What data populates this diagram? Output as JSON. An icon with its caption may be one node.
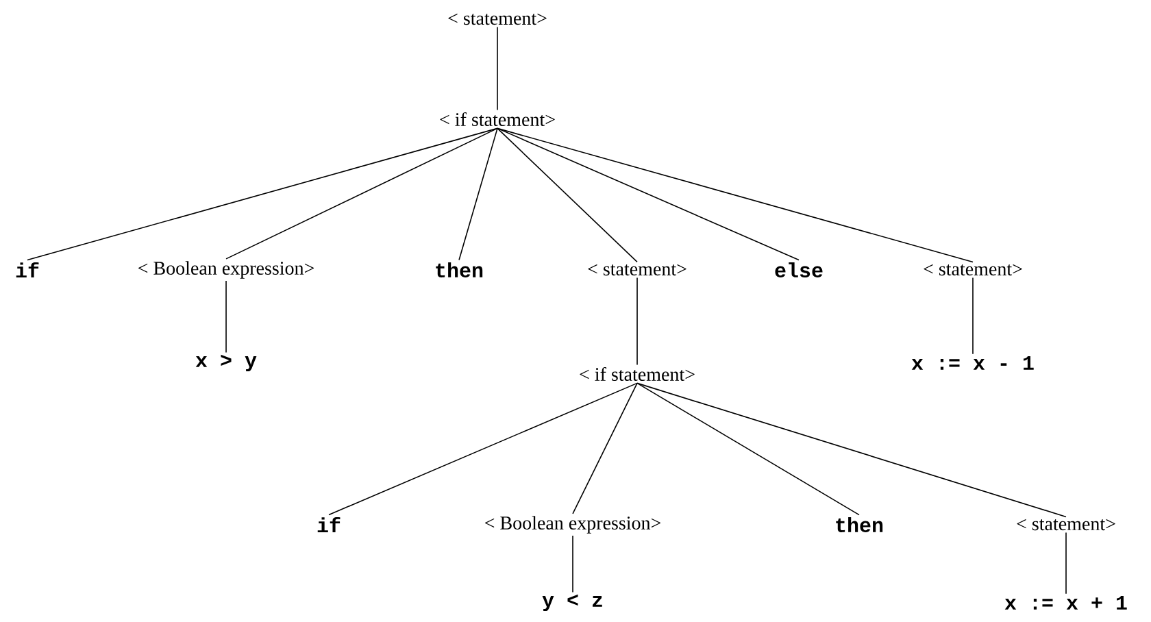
{
  "diagram": {
    "nodes": [
      {
        "text": [
          "< statement>"
        ]
      },
      {
        "text": [
          "< if statement>"
        ]
      },
      {
        "text": [
          "if"
        ]
      },
      {
        "text": [
          "< Boolean expression>"
        ]
      },
      {
        "text": [
          "then"
        ]
      },
      {
        "text": [
          "< statement>"
        ]
      },
      {
        "text": [
          "else"
        ]
      },
      {
        "text": [
          "< statement>"
        ]
      },
      {
        "text": [
          "x > y"
        ]
      },
      {
        "text": [
          "x := x - 1"
        ]
      },
      {
        "text": [
          "< if statement>"
        ]
      },
      {
        "text": [
          "if"
        ]
      },
      {
        "text": [
          "< Boolean expression>"
        ]
      },
      {
        "text": [
          "then"
        ]
      },
      {
        "text": [
          "< statement>"
        ]
      },
      {
        "text": [
          "y < z"
        ]
      },
      {
        "text": [
          "x := x + 1"
        ]
      }
    ],
    "edges": [
      {
        "from": 0,
        "to": 1,
        "arrow": "none"
      },
      {
        "from": 1,
        "to": 2,
        "arrow": "none"
      },
      {
        "from": 1,
        "to": 3,
        "arrow": "none"
      },
      {
        "from": 1,
        "to": 4,
        "arrow": "none"
      },
      {
        "from": 1,
        "to": 5,
        "arrow": "none"
      },
      {
        "from": 1,
        "to": 6,
        "arrow": "none"
      },
      {
        "from": 1,
        "to": 7,
        "arrow": "none"
      },
      {
        "from": 3,
        "to": 8,
        "arrow": "none"
      },
      {
        "from": 7,
        "to": 9,
        "arrow": "none"
      },
      {
        "from": 5,
        "to": 10,
        "arrow": "none"
      },
      {
        "from": 10,
        "to": 11,
        "arrow": "none"
      },
      {
        "from": 10,
        "to": 12,
        "arrow": "none"
      },
      {
        "from": 10,
        "to": 13,
        "arrow": "none"
      },
      {
        "from": 10,
        "to": 14,
        "arrow": "none"
      },
      {
        "from": 12,
        "to": 15,
        "arrow": "none"
      },
      {
        "from": 14,
        "to": 16,
        "arrow": "none"
      }
    ]
  }
}
